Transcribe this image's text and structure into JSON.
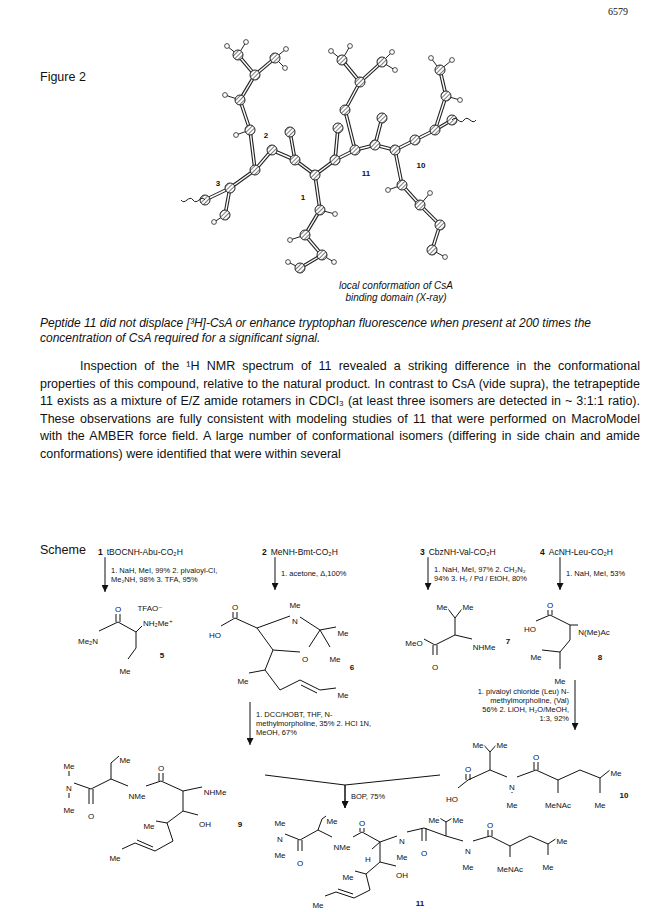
{
  "diagram": {
    "nodes": [
      {
        "text": [
          "1",
          "tBOCNH-Abu-CO₂H"
        ]
      },
      {
        "text": [
          "2",
          "MeNH-Bmt-CO₂H"
        ]
      },
      {
        "text": [
          "3",
          "CbzNH-Val-CO₂H"
        ]
      },
      {
        "text": [
          "4",
          "AcNH-Leu-CO₂H"
        ]
      },
      {
        "text": [
          "O",
          "TFAO⁻",
          "NH₂Me⁺",
          "Me₂N",
          "5",
          "Me"
        ]
      },
      {
        "text": [
          "O",
          "Me",
          "N",
          "HO",
          "Me",
          "O",
          "Me",
          "6",
          "Me",
          "Me"
        ]
      },
      {
        "text": [
          "Me",
          "Me",
          "MeO",
          "NHMe",
          "7",
          "O"
        ]
      },
      {
        "text": [
          "O",
          "HO",
          "N(Me)Ac",
          "Me",
          "8",
          "Me"
        ]
      },
      {
        "text": [
          "Me",
          "Me",
          "O",
          "N",
          "NHMe",
          "NMe",
          "Me",
          "O",
          "OH",
          "9",
          "Me",
          "Me"
        ]
      },
      {
        "text": [
          "Me",
          "Me",
          "O",
          "O",
          "Me",
          "N",
          "HO",
          "Me",
          "MeNAc",
          "Me",
          "10"
        ]
      },
      {
        "text": [
          "Me",
          "Me",
          "Me",
          "Me",
          "O",
          "O",
          "N",
          "N",
          "Me",
          "NMe",
          "N",
          "O",
          "Me",
          "Me",
          "H",
          "O",
          "Me",
          "Me",
          "MeNAc",
          "OH",
          "Me",
          "11",
          "Me"
        ]
      }
    ],
    "edges": [
      {
        "from": 0,
        "to": 4,
        "arrow": "to",
        "label": "1. NaH, MeI, 99% 2. pivaloyl-Cl, Me₂NH, 98% 3. TFA, 95%"
      },
      {
        "from": 1,
        "to": 5,
        "arrow": "to",
        "label": "1. acetone, Δ,100%"
      },
      {
        "from": 2,
        "to": 6,
        "arrow": "to",
        "label": "1. NaH, MeI, 97% 2. CH₂N₂ 94% 3. H₂ / Pd / EtOH, 80%"
      },
      {
        "from": 3,
        "to": 7,
        "arrow": "to",
        "label": "1. NaH, MeI, 53%"
      },
      {
        "from": 5,
        "to": 8,
        "arrow": "to",
        "label": "1. DCC/HOBT, THF, N-methylmorpholine, 35% 2. HCl 1N, MeOH, 67%"
      },
      {
        "from": 7,
        "to": 9,
        "arrow": "to",
        "label": "1. pivaloyl chloride (Leu) N-methylmorpholine, (Val) 56% 2. LiOH, H₂O/MeOH, 1:3, 92%"
      },
      {
        "from": 8,
        "to": 10,
        "arrow": "to",
        "label": "BOP, 75%"
      },
      {
        "from": 9,
        "to": 10,
        "arrow": "to"
      }
    ],
    "labels": [
      "6579",
      "Figure 2",
      "2",
      "3",
      "1",
      "11",
      "10",
      "local conformation of CsA binding domain (X-ray)",
      "Peptide 11 did not displace [³H]-CsA or enhance tryptophan fluorescence when present at 200 times the concentration of CsA required for a significant signal.",
      "Inspection of the ¹H NMR spectrum of 11 revealed a striking difference in the conformational properties of this compound, relative to the natural product. In contrast to CsA (vide supra), the tetrapeptide 11 exists as a mixture of E/Z amide rotamers in CDCl₃ (at least three isomers are detected in ~ 3:1:1 ratio). These observations are fully consistent with modeling studies of 11 that were performed on MacroModel with the AMBER force field. A large number of conformational isomers (differing in side chain and amide conformations) were identified that were within several",
      "Scheme"
    ]
  }
}
